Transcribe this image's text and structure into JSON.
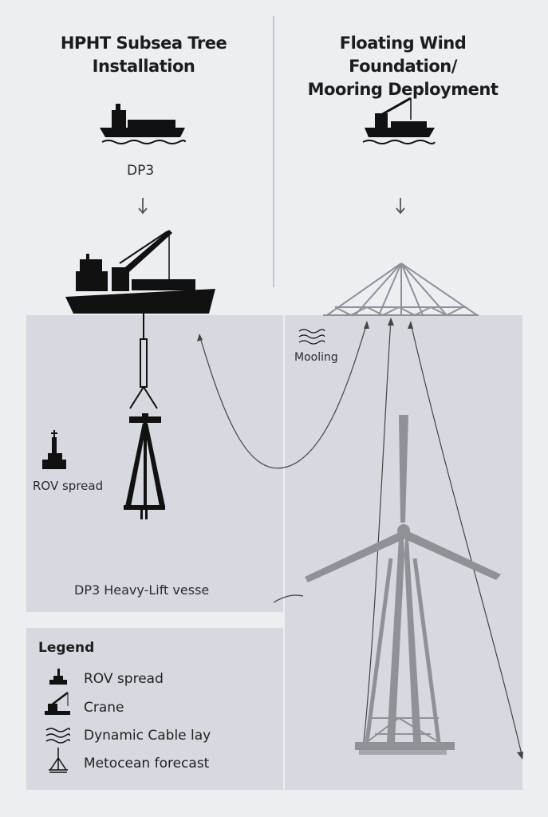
{
  "left_column": {
    "title_line1": "HPHT Subsea Tree",
    "title_line2": "Installation",
    "vessel_label": "DP3",
    "rov_label": "ROV spread",
    "panel_caption": "DP3 Heavy-Lift vesse"
  },
  "right_column": {
    "title_line1": "Floating Wind Foundation/",
    "title_line2": "Mooring Deployment",
    "mooring_label": "Mooling"
  },
  "legend": {
    "title": "Legend",
    "items": [
      {
        "icon": "rov-icon",
        "label": "ROV spread"
      },
      {
        "icon": "crane-icon",
        "label": "Crane"
      },
      {
        "icon": "waves-icon",
        "label": "Dynamic Cable lay"
      },
      {
        "icon": "mast-icon",
        "label": "Metocean forecast"
      }
    ]
  },
  "colors": {
    "background": "#eceef1",
    "panel": "#d6d9df",
    "ink": "#111111",
    "grey_structure": "#8f9196"
  }
}
